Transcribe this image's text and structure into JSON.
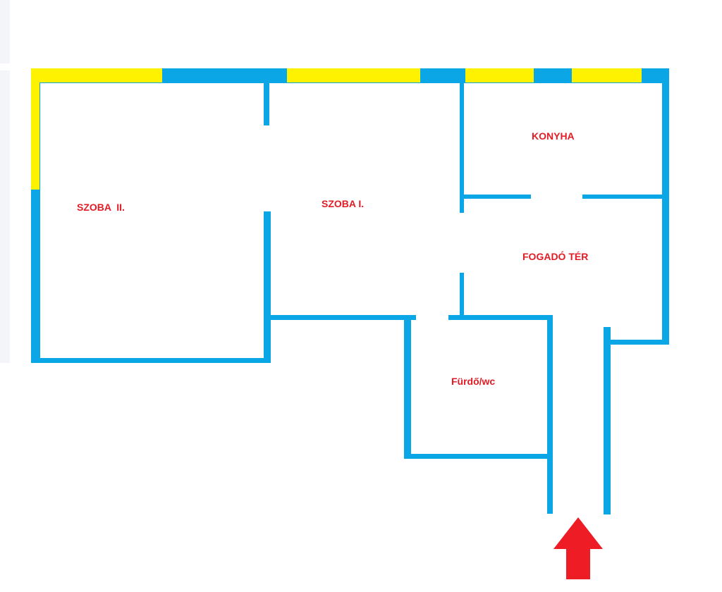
{
  "colors": {
    "wall": "#0aa6e6",
    "window": "#fff200",
    "label": "#e21b24",
    "arrow": "#ee1c24",
    "background": "#ffffff"
  },
  "rooms": {
    "szoba_2": {
      "label": "SZOBA  II."
    },
    "szoba_1": {
      "label": "SZOBA I."
    },
    "konyha": {
      "label": "KONYHA"
    },
    "fogado_ter": {
      "label": "FOGADÓ TÉR"
    },
    "furdo_wc": {
      "label": "Fürdő/wc"
    }
  },
  "icons": {
    "entrance": "up-arrow-icon"
  }
}
